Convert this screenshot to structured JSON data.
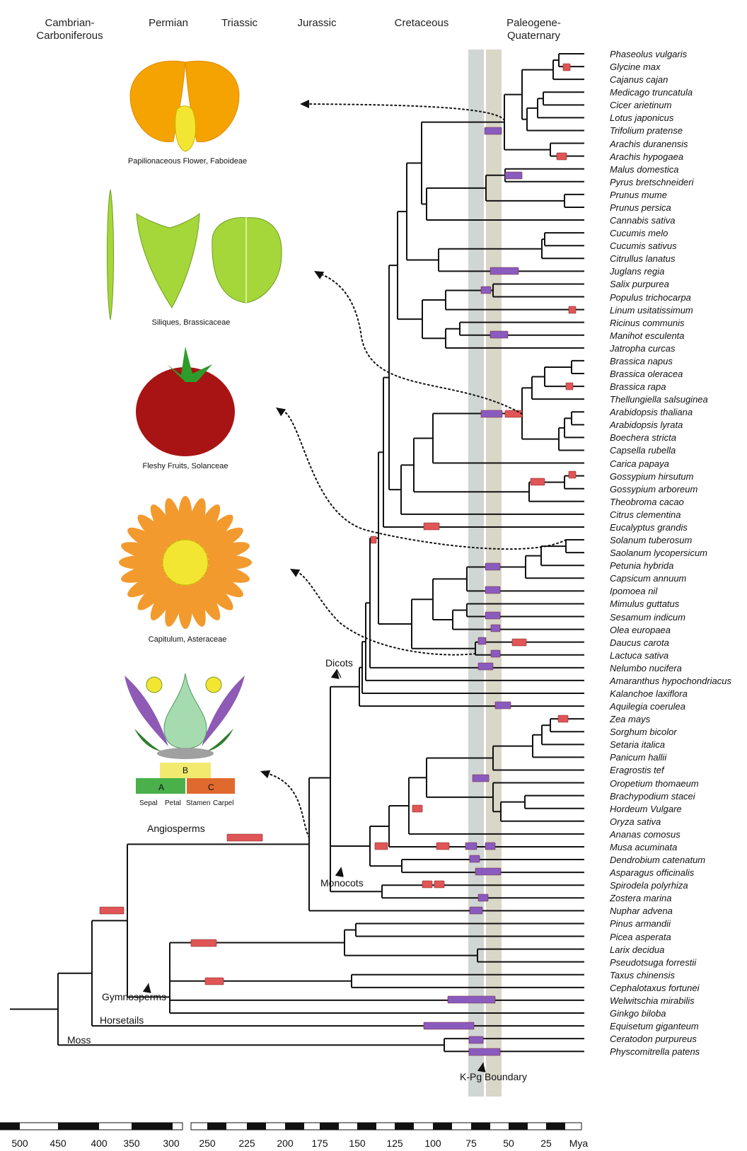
{
  "periods": [
    {
      "name": "Cambrian-\nCarboniferous",
      "color": "#f1d5e6"
    },
    {
      "name": "Permian",
      "color": "#e8d3ec"
    },
    {
      "name": "Triassic",
      "color": "#ddd6ea"
    },
    {
      "name": "Jurassic",
      "color": "#cde6ee"
    },
    {
      "name": "Cretaceous",
      "color": "#d4f0ea"
    },
    {
      "name": "Paleogene-\nQuaternary",
      "color": "#e3f3dc"
    }
  ],
  "species": [
    "Phaseolus vulgaris",
    "Glycine max",
    "Cajanus cajan",
    "Medicago truncatula",
    "Cicer arietinum",
    "Lotus japonicus",
    "Trifolium pratense",
    "Arachis duranensis",
    "Arachis hypogaea",
    "Malus domestica",
    "Pyrus bretschneideri",
    "Prunus mume",
    "Prunus persica",
    "Cannabis sativa",
    "Cucumis melo",
    "Cucumis sativus",
    "Citrullus lanatus",
    "Juglans regia",
    "Salix purpurea",
    "Populus trichocarpa",
    "Linum usitatissimum",
    "Ricinus communis",
    "Manihot esculenta",
    "Jatropha curcas",
    "Brassica napus",
    "Brassica oleracea",
    "Brassica rapa",
    "Thellungiella salsuginea",
    "Arabidopsis thaliana",
    "Arabidopsis lyrata",
    "Boechera stricta",
    "Capsella rubella",
    "Carica papaya",
    "Gossypium hirsutum",
    "Gossypium arboreum",
    "Theobroma cacao",
    "Citrus clementina",
    "Eucalyptus grandis",
    "Solanum tuberosum",
    "Saolanum lycopersicum",
    "Petunia hybrida",
    "Capsicum annuum",
    "Ipomoea nil",
    "Mimulus guttatus",
    "Sesamum indicum",
    "Olea europaea",
    "Daucus carota",
    "Lactuca sativa",
    "Nelumbo nucifera",
    "Amaranthus hypochondriacus",
    "Kalanchoe laxiflora",
    "Aquilegia coerulea",
    "Zea mays",
    "Sorghum bicolor",
    "Setaria italica",
    "Panicum hallii",
    "Eragrostis tef",
    "Oropetium thomaeum",
    "Brachypodium stacei",
    "Hordeum Vulgare",
    "Oryza sativa",
    "Ananas comosus",
    "Musa acuminata",
    "Dendrobium catenatum",
    "Asparagus officinalis",
    "Spirodela polyrhiza",
    "Zostera marina",
    "Nuphar advena",
    "Pinus armandii",
    "Picea asperata",
    "Larix decidua",
    "Pseudotsuga forrestii",
    "Taxus chinensis",
    "Cephalotaxus fortunei",
    "Welwitschia mirabilis",
    "Ginkgo biloba",
    "Equisetum giganteum",
    "Ceratodon purpureus",
    "Physcomitrella patens"
  ],
  "clade_labels": {
    "angiosperms": "Angiosperms",
    "gymnosperms": "Gymnosperms",
    "horsetails": "Horsetails",
    "moss": "Moss",
    "dicots": "Dicots",
    "monocots": "Monocots",
    "kpg": "K-Pg Boundary"
  },
  "illustrations": {
    "papilionaceous": "Papilionaceous Flower, Faboideae",
    "siliques": "Siliques, Brassicaceae",
    "fleshy": "Fleshy Fruits, Solanceae",
    "capitulum": "Capitulum, Asteraceae",
    "abc_a": "A",
    "abc_b": "B",
    "abc_c": "C",
    "abc_sepal": "Sepal",
    "abc_petal": "Petal",
    "abc_stamen": "Stamen",
    "abc_carpel": "Carpel"
  },
  "axis": {
    "ticks": [
      "500",
      "450",
      "400",
      "350",
      "300",
      "250",
      "225",
      "200",
      "175",
      "150",
      "125",
      "100",
      "75",
      "50",
      "25"
    ],
    "unit": "Mya"
  },
  "colors": {
    "duplication_red": "#e05555",
    "duplication_purple": "#8a5bbf",
    "kpg_band_dark": "#a9b4b0",
    "kpg_band_light": "#c8c6b0"
  }
}
